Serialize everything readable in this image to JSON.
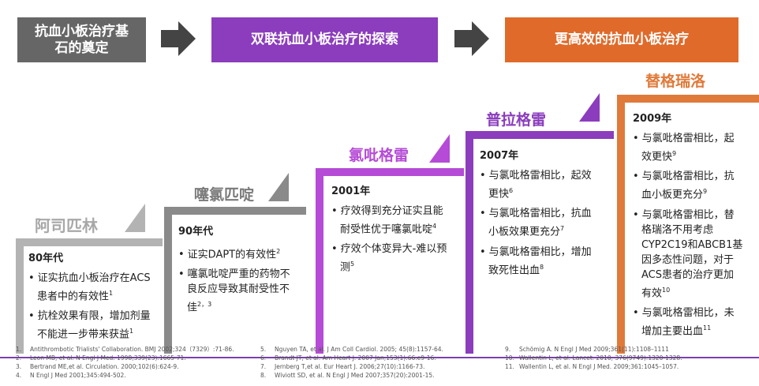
{
  "header": {
    "box1": "抗血小板治疗基石的奠定",
    "box2": "双联抗血小板治疗的探索",
    "box3": "更高效的抗血小板治疗"
  },
  "stages": [
    {
      "name": "阿司匹林",
      "period": "80年代",
      "points": [
        "证实抗血小板治疗在ACS患者中的有效性",
        "抗栓效果有限，增加剂量不能进一步带来获益"
      ],
      "refs": [
        "1",
        "1"
      ],
      "color": "#b3b3b3"
    },
    {
      "name": "噻氯匹啶",
      "period": "90年代",
      "points": [
        "证实DAPT的有效性",
        "噻氯吡啶严重的药物不良反应导致其耐受性不佳"
      ],
      "refs": [
        "2",
        "2，3"
      ],
      "color": "#8a8a8a"
    },
    {
      "name": "氯吡格雷",
      "period": "2001年",
      "points": [
        "疗效得到充分证实且能耐受性优于噻氯吡啶",
        "疗效个体变异大-难以预测"
      ],
      "refs": [
        "4",
        "5"
      ],
      "color": "#b54bd6"
    },
    {
      "name": "普拉格雷",
      "period": "2007年",
      "points": [
        "与氯吡格雷相比，起效更快",
        "与氯吡格雷相比，抗血小板效果更充分",
        "与氯吡格雷相比，增加致死性出血"
      ],
      "refs": [
        "6",
        "7",
        "8"
      ],
      "color": "#8b3dbd"
    },
    {
      "name": "替格瑞洛",
      "period": "2009年",
      "points": [
        "与氯吡格雷相比，起效更快",
        "与氯吡格雷相比，抗血小板更充分",
        "与氯吡格雷相比，替格瑞洛不用考虑CYP2C19和ABCB1基因多态性问题，对于ACS患者的治疗更加有效",
        "与氯吡格雷相比，未增加主要出血"
      ],
      "refs": [
        "9",
        "9",
        "10",
        "11"
      ],
      "color": "#e07a3a"
    }
  ],
  "references": {
    "col1": [
      {
        "n": "1.",
        "t": "Antithrombotic Trialists' Collaboration. BMJ 2002;324（7329）:71-86."
      },
      {
        "n": "2.",
        "t": "Leon MB, et al. N Engl J Med. 1998;339(23):1665-71."
      },
      {
        "n": "3.",
        "t": "Bertrand ME,et al. Circulation. 2000;102(6):624-9."
      },
      {
        "n": "4.",
        "t": "N Engl J Med 2001;345:494-502."
      }
    ],
    "col2": [
      {
        "n": "5.",
        "t": "Nguyen TA, et al. J Am Coll Cardiol. 2005; 45(8):1157-64."
      },
      {
        "n": "6.",
        "t": "Brandt JT, et al. Am Heart J. 2007 Jan;153(1):66.e9-16."
      },
      {
        "n": "7.",
        "t": "Jernberg T,et al. Eur Heart J. 2006;27(10):1166-73."
      },
      {
        "n": "8.",
        "t": "Wiviott SD, et al. N Engl J Med 2007;357(20):2001-15."
      }
    ],
    "col3": [
      {
        "n": "9.",
        "t": "Schömig A. N Engl J Med 2009;361(11):1108–1111"
      },
      {
        "n": "10.",
        "t": "Wallentin L, et al. Lancet. 2010; 376(9749):1320-1328."
      },
      {
        "n": "11.",
        "t": "Wallentin L, et al. N Engl J Med. 2009;361:1045–1057."
      }
    ]
  }
}
